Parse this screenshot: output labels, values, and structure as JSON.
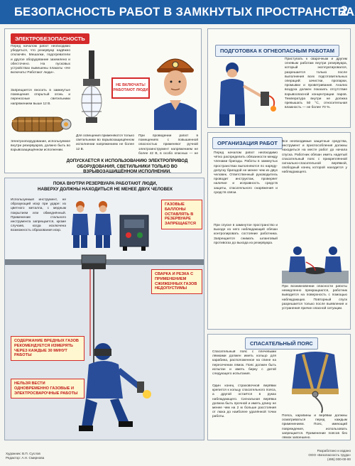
{
  "header": {
    "title": "БЕЗОПАСНОСТЬ РАБОТ В ЗАМКНУТЫХ ПРОСТРАНСТВАХ",
    "sheet_number": "2"
  },
  "electrical": {
    "heading": "ЭЛЕКТРОБЕЗОПАСНОСТЬ",
    "sign_text": "НЕ ВКЛЮЧАТЬ! РАБОТАЮТ ЛЮДИ",
    "text_1": "Перед началом работ необходимо убедиться, что резервуар надёжно отключён. Мешалки, подогреватели и другое оборудование заземлено и обесточено. На пусковых устройствах вывешены плакаты «Не включать! Работают люди».",
    "text_2": "Запрещается вносить в замкнутые помещения открытый огонь и переносные светильники напряжением выше 12 В.",
    "text_3": "Электрооборудование, используемое внутри резервуаров, должно быть во взрывозащищённом исполнении.",
    "text_4": "Для освещения применяются только светильники во взрывозащищённом исполнении напряжением не более 12 В.",
    "text_5": "При проведении работ в помещениях с повышенной опасностью применяют ручной электроинструмент напряжением не более 42 В, в особо опасных — не более 12 В.",
    "note": "ДОПУСКАЕТСЯ К ИСПОЛЬЗОВАНИЮ ЭЛЕКТРОПРИВОД ОБОРУДОВАНИЯ, СВЕТИЛЬНИКИ ТОЛЬКО ВО ВЗРЫВОЗАЩИЩЁННОМ ИСПОЛНЕНИИ."
  },
  "fire": {
    "heading": "ПОДГОТОВКА К ОГНЕОПАСНЫМ РАБОТАМ",
    "text": "Приступать к сварочным и другим огневым работам внутри резервуара, который эксплуатировался, разрешается только после выполнения всех подготовительных операций: зачистки, пропарки, промывки и проветривания. Анализ воздуха должен показать отсутствие взрывоопасной концентрации паров. Температура внутри не должна превышать 50 °С, относительная влажность — не более 70 %."
  },
  "organization": {
    "heading": "ОРГАНИЗАЦИЯ РАБОТ",
    "text_1": "Перед началом работ необходимо чётко распределить обязанности между членами бригады. Работы в замкнутых пространствах выполняются по наряду-допуску бригадой не менее чем из двух человек. Ответственный руководитель проводит инструктаж, проверяет наличие и исправность средств защиты, спасательного снаряжения и средств связи.",
    "text_2": "При спуске в замкнутое пространство и выходе из него наблюдающий обязан контролировать состояние работника. Запрещается снимать шланговый противогаз до выхода из резервуара.",
    "text_3": "Все необходимые защитные средства, инструмент и приспособления должны находиться на месте работ до начала спуска. Работник обязан иметь надетый спасательный пояс с прикреплённой сигнально-спасательной верёвкой, свободный конец которой находится у наблюдающего.",
    "text_4": "При возникновении опасности работы немедленно прекращаются, работник выводится на поверхность с помощью наблюдающих. Повторный спуск разрешается только после выявления и устранения причин опасной ситуации."
  },
  "team": {
    "heading_line_1": "ПОКА ВНУТРИ РЕЗЕРВУАРА РАБОТАЮТ ЛЮДИ,",
    "heading_line_2": "НАВЕРХУ ДОЛЖНЫ НАХОДИТЬСЯ НЕ МЕНЕЕ ДВУХ ЧЕЛОВЕК",
    "text": "Используемый инструмент, не образующий искр при ударе: из цветного металла, с медным покрытием или обмеднённый. Применение стального инструмента запрещается, кроме случаев, когда исключена возможность образования искр.",
    "warn_gas": "ГАЗОВЫЕ БАЛЛОНЫ ОСТАВЛЯТЬ В РЕЗЕРВУАРЕ ЗАПРЕЩАЕТСЯ",
    "warn_weld": "СВАРКА И РЕЗКА С ПРИМЕНЕНИЕМ СЖИЖЕННЫХ ГАЗОВ НЕДОПУСТИМЫ",
    "warn_measure": "СОДЕРЖАНИЕ ВРЕДНЫХ ГАЗОВ РЕКОМЕНДУЕТСЯ ИЗМЕРЯТЬ ЧЕРЕЗ КАЖДЫЕ 30 МИНУТ РАБОТЫ",
    "warn_combine": "НЕЛЬЗЯ ВЕСТИ ОДНОВРЕМЕННО ГАЗОВЫЕ И ЭЛЕКТРОСВАРОЧНЫЕ РАБОТЫ"
  },
  "belt": {
    "heading": "СПАСАТЕЛЬНЫЙ ПОЯС",
    "text_1": "Спасательный пояс с плечевыми лямками должен иметь кольцо для карабина, расположенное на спине на пересечении лямок. Пояс должен быть испытан и иметь бирку с датой следующего испытания.",
    "text_2": "Один конец страховочной верёвки крепится к кольцу спасательного пояса, а другой остаётся в руках наблюдающего. Сигнальная верёвка должна быть прочной и иметь длину не менее чем на 2 м больше расстояния от люка до наиболее удалённой точки работы.",
    "text_3": "Пояса, карабины и верёвки должны осматриваться перед каждым применением. Пояс, имеющий повреждения, использовать запрещается. Применение поясов без лямок запрещено."
  },
  "footer": {
    "left_1": "Художник: В.П. Суслов",
    "left_2": "Редактор: А.Н. Смирнова",
    "right_1": "Разработано и издано",
    "right_2": "ООО «Безопасность труда»",
    "right_3": "(495) 000-00-00"
  },
  "colors": {
    "header_blue": "#1f5fa6",
    "warning_red": "#d42a2a",
    "worker_blue": "#2a4d9a"
  }
}
